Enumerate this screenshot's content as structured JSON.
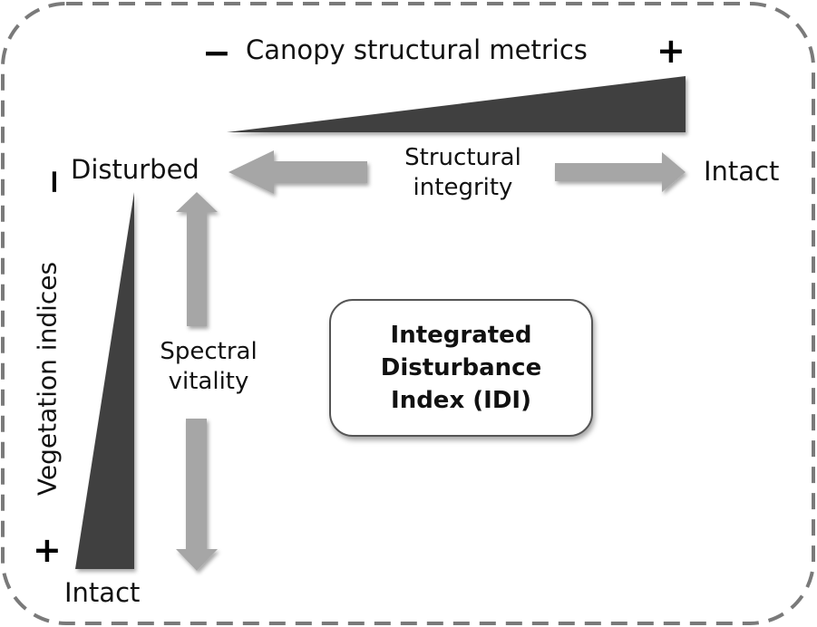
{
  "frame": {
    "border_style": "dashed",
    "border_color": "#7a7a7a"
  },
  "top_axis": {
    "label": "Canopy structural metrics",
    "minus_sign": "−",
    "plus_sign": "+",
    "wedge_color": "#404040"
  },
  "left_axis": {
    "label": "Vegetation indices",
    "minus_sign": "−",
    "plus_sign": "+",
    "wedge_color": "#404040"
  },
  "nodes": {
    "disturbed": "Disturbed",
    "intact_right": "Intact",
    "intact_bottom": "Intact"
  },
  "arrows": {
    "horizontal_label_line1": "Structural",
    "horizontal_label_line2": "integrity",
    "vertical_label_line1": "Spectral",
    "vertical_label_line2": "vitality",
    "color": "#a6a6a6"
  },
  "center_box": {
    "line1": "Integrated",
    "line2": "Disturbance",
    "line3": "Index (IDI)"
  }
}
